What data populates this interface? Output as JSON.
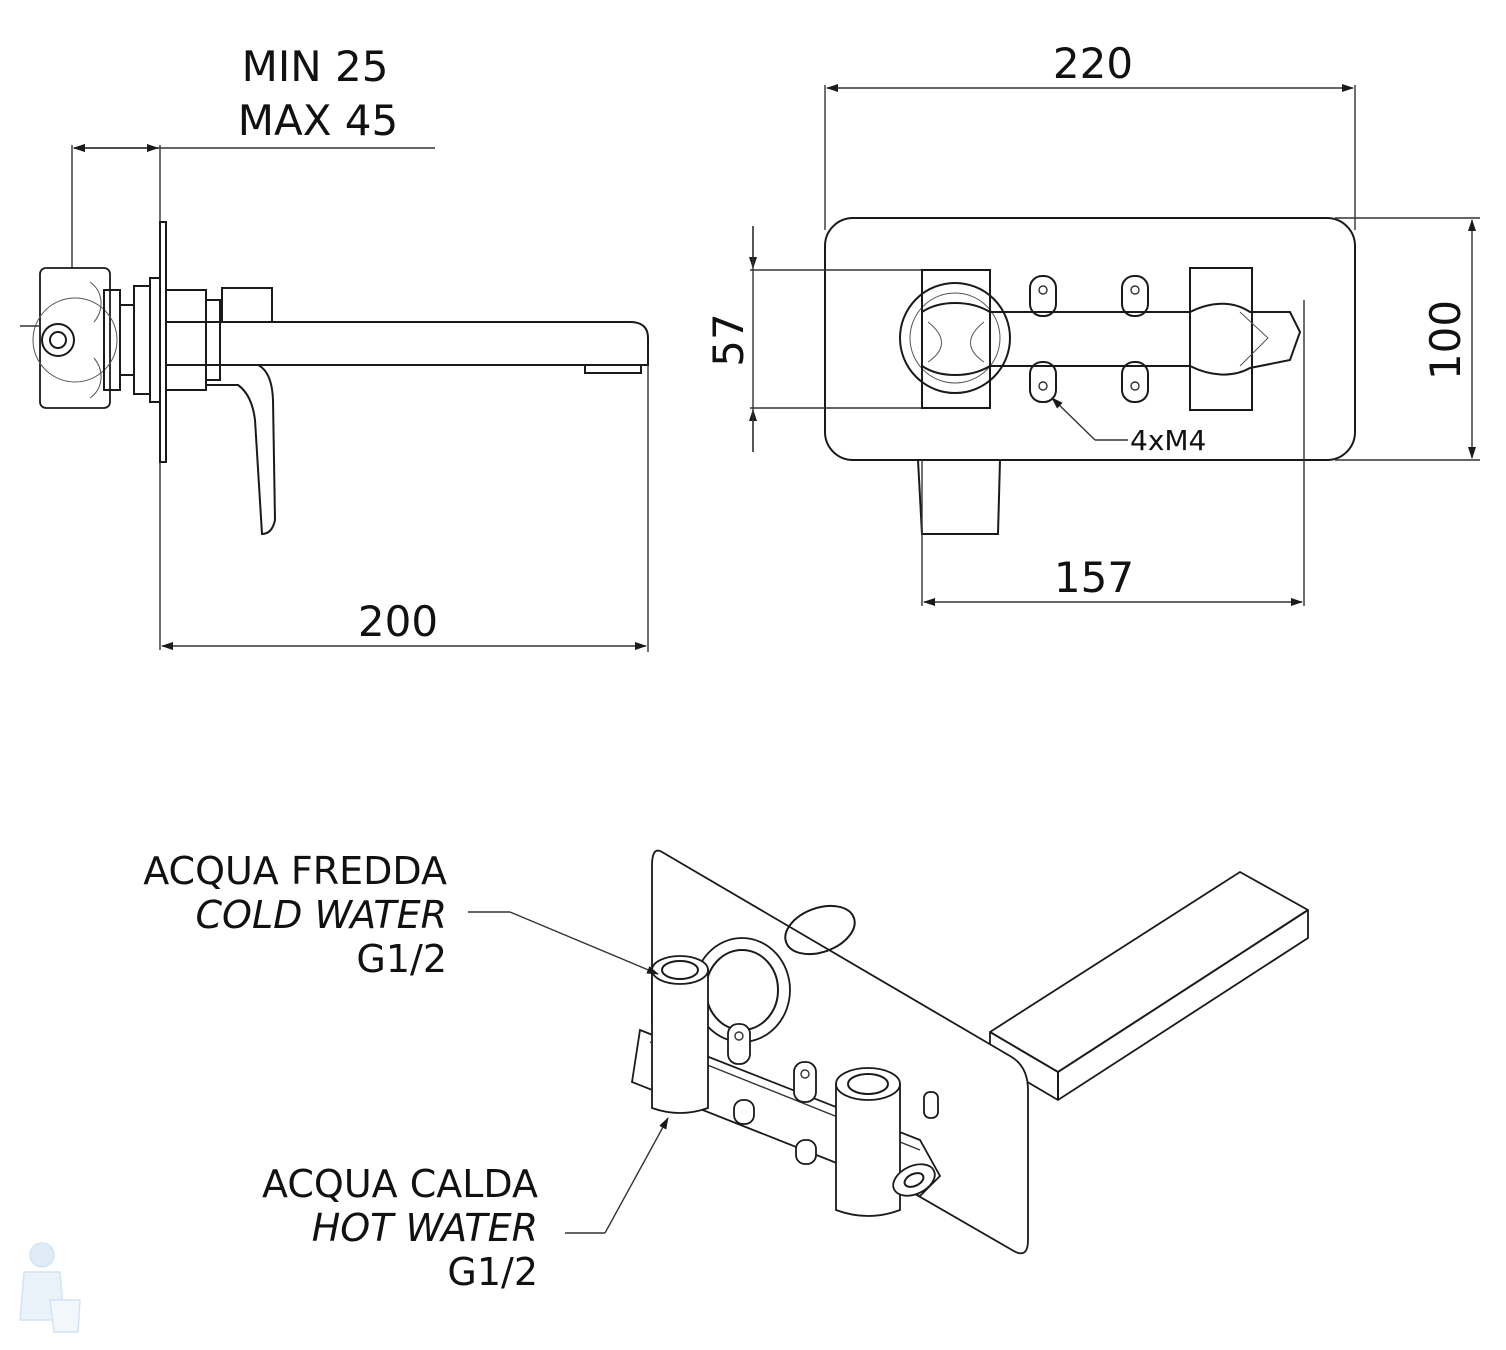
{
  "side_view": {
    "depth_min_label": "MIN  25",
    "depth_max_label": "MAX 45",
    "length_label": "200"
  },
  "front_view": {
    "width_label": "220",
    "height_label": "100",
    "body_height_label": "57",
    "body_width_label": "157",
    "screws_label": "4xM4"
  },
  "iso_view": {
    "cold_it": "ACQUA FREDDA",
    "cold_en": "COLD WATER",
    "cold_size": "G1/2",
    "hot_it": "ACQUA CALDA",
    "hot_en": "HOT WATER",
    "hot_size": "G1/2"
  },
  "colors": {
    "line": "#1a1a1a",
    "watermark": "#9ec3e6"
  }
}
